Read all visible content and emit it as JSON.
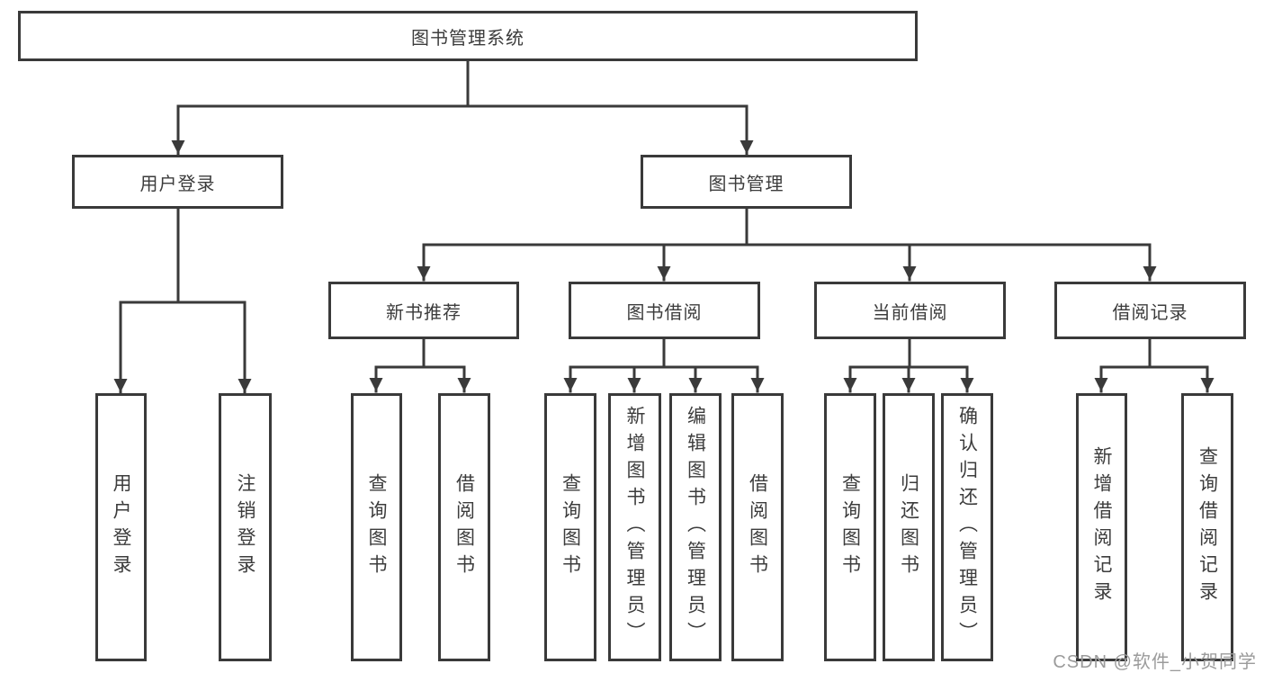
{
  "colors": {
    "line": "#3a3a3a",
    "text": "#3c3c3c",
    "watermark": "#9b9b9b",
    "background": "#ffffff"
  },
  "diagram": {
    "root": {
      "label": "图书管理系统"
    },
    "level2": [
      {
        "label": "用户登录"
      },
      {
        "label": "图书管理"
      }
    ],
    "level3": [
      {
        "label": "新书推荐"
      },
      {
        "label": "图书借阅"
      },
      {
        "label": "当前借阅"
      },
      {
        "label": "借阅记录"
      }
    ],
    "leaves": [
      {
        "label": "用户登录"
      },
      {
        "label": "注销登录"
      },
      {
        "label": "查询图书"
      },
      {
        "label": "借阅图书"
      },
      {
        "label": "查询图书"
      },
      {
        "label": "新增图书（管理员）"
      },
      {
        "label": "编辑图书（管理员）"
      },
      {
        "label": "借阅图书"
      },
      {
        "label": "查询图书"
      },
      {
        "label": "归还图书"
      },
      {
        "label": "确认归还（管理员）"
      },
      {
        "label": "新增借阅记录"
      },
      {
        "label": "查询借阅记录"
      }
    ]
  },
  "watermark": {
    "text": "CSDN @软件_小贺同学"
  }
}
